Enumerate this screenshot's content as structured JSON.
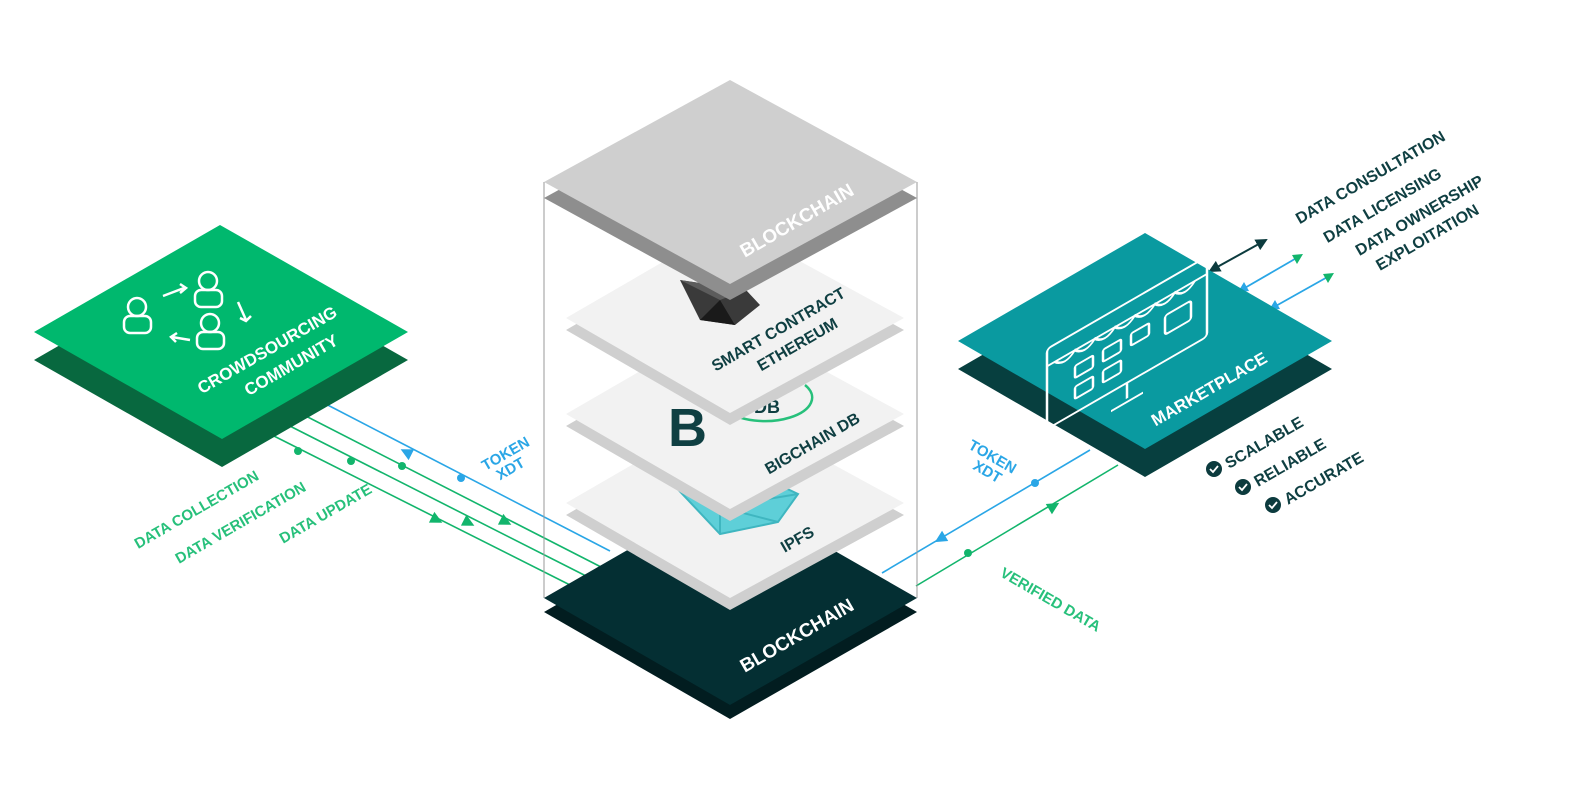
{
  "colors": {
    "community_top": "#00b86e",
    "community_side": "#08683f",
    "marketplace_top": "#0a9aa0",
    "marketplace_side": "#073f3f",
    "blockchain_top_top": "#cfcfcf",
    "blockchain_top_side": "#8e8e8e",
    "blockchain_base_top": "#042f33",
    "blockchain_base_side": "#021d20",
    "layer_top": "#f2f2f2",
    "layer_side": "#cfcfcf",
    "green_text": "#27c07b",
    "green_line": "#12b56c",
    "blue": "#2aa6e6",
    "dark_navy": "#0c3b3e",
    "dark_text": "#0f3f42"
  },
  "community": {
    "icon": "people-exchange-icon",
    "line1": "CROWDSOURCING",
    "line2": "COMMUNITY"
  },
  "marketplace": {
    "icon": "storefront-monitor-icon",
    "label": "MARKETPLACE"
  },
  "stack": {
    "top_label": "BLOCKCHAIN",
    "base_label": "BLOCKCHAIN",
    "layers": [
      {
        "icon": "ethereum-icon",
        "line1": "SMART CONTRACT",
        "line2": "ETHEREUM"
      },
      {
        "icon": "bigchaindb-icon",
        "line1": "BIGCHAIN DB",
        "line2": ""
      },
      {
        "icon": "ipfs-icon",
        "line1": "IPFS",
        "line2": ""
      }
    ]
  },
  "left_flows": {
    "token_line1": "TOKEN",
    "token_line2": "XDT",
    "items": [
      "DATA COLLECTION",
      "DATA VERIFICATION",
      "DATA UPDATE"
    ]
  },
  "right_flows": {
    "token_line1": "TOKEN",
    "token_line2": "XDT",
    "verified": "VERIFIED DATA"
  },
  "services": [
    {
      "line1": "DATA CONSULTATION",
      "line2": ""
    },
    {
      "line1": "DATA LICENSING",
      "line2": ""
    },
    {
      "line1": "DATA OWNERSHIP",
      "line2": "EXPLOITATION"
    }
  ],
  "qualities": [
    "SCALABLE",
    "RELIABLE",
    "ACCURATE"
  ]
}
